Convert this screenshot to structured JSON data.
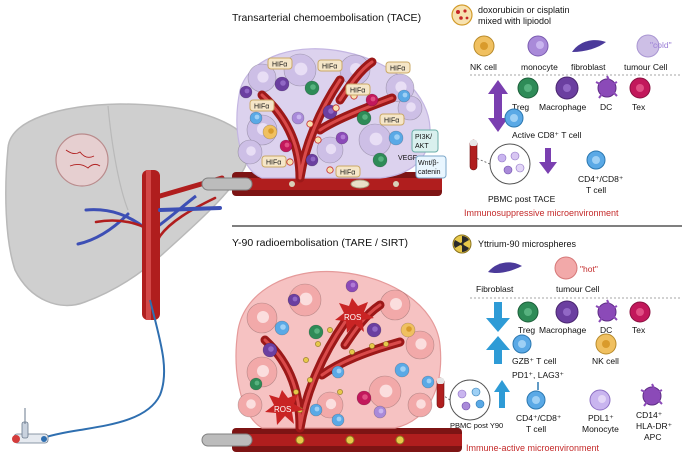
{
  "colors": {
    "liver": "#cfcfcf",
    "liver_dark": "#b9b9b9",
    "artery": "#b01e1e",
    "vessel_dark": "#7d1414",
    "vein": "#3d4fb5",
    "catheter": "#2f6fb0",
    "tumor_cold": "#cdbfe6",
    "tumor_hot": "#f2a9a9",
    "arrow_purple": "#7a3fb0",
    "arrow_blue": "#2e9bd6",
    "caption_red": "#c42a2a",
    "nk": "#f0c060",
    "monocyte": "#a98ad9",
    "macrophage": "#6b3fa0",
    "treg": "#2e8b57",
    "dc": "#8b4ab8",
    "tex": "#c2185b",
    "tcell": "#5aa9e6",
    "fibroblast": "#4b3a9a",
    "yttrium": "#e7c84a"
  },
  "top": {
    "title": "Transarterial chemoembolisation (TACE)",
    "legend_drug_line1": "doxorubicin or cisplatin",
    "legend_drug_line2": "mixed with lipiodol",
    "tumor_labels": [
      "HIFα",
      "HIFα",
      "HIFα",
      "HIFα",
      "HIFα",
      "HIFα",
      "HIFα",
      "HIFα"
    ],
    "pathway_pi3k_line1": "PI3K/",
    "pathway_pi3k_line2": "AKT",
    "pathway_vegf": "VEGF",
    "pathway_wnt_line1": "Wnt/β-",
    "pathway_wnt_line2": "catenin",
    "cell_nk": "NK cell",
    "cell_monocyte": "monocyte",
    "cell_fibroblast": "fibroblast",
    "cell_tumour": "tumour Cell",
    "cold_label": "\"cold\"",
    "cell_treg": "Treg",
    "cell_macrophage": "Macrophage",
    "cell_dc": "DC",
    "cell_tex": "Tex",
    "active_cd8": "Active CD8⁺ T cell",
    "cd4cd8_line1": "CD4⁺/CD8⁺",
    "cd4cd8_line2": "T cell",
    "pbmc": "PBMC post TACE",
    "caption": "Immunosuppressive microenvironment"
  },
  "bottom": {
    "title": "Y-90 radioembolisation (TARE / SIRT)",
    "legend_micro": "Yttrium-90 microspheres",
    "ros_1": "ROS",
    "ros_2": "ROS",
    "cell_fibroblast": "Fibroblast",
    "cell_tumour": "tumour Cell",
    "hot_label": "\"hot\"",
    "cell_treg": "Treg",
    "cell_macrophage": "Macrophage",
    "cell_dc": "DC",
    "cell_tex": "Tex",
    "gzb": "GZB⁺ T cell",
    "nk": "NK cell",
    "pd1": "PD1⁺, LAG3⁺",
    "cd4cd8_line1": "CD4⁺/CD8⁺",
    "cd4cd8_line2": "T cell",
    "pdl1_line1": "PDL1⁺",
    "pdl1_line2": "Monocyte",
    "cd14_line1": "CD14⁺",
    "cd14_line2": "HLA-DR⁺",
    "cd14_line3": "APC",
    "pbmc": "PBMC post Y90",
    "caption": "Immune-active microenvironment"
  }
}
